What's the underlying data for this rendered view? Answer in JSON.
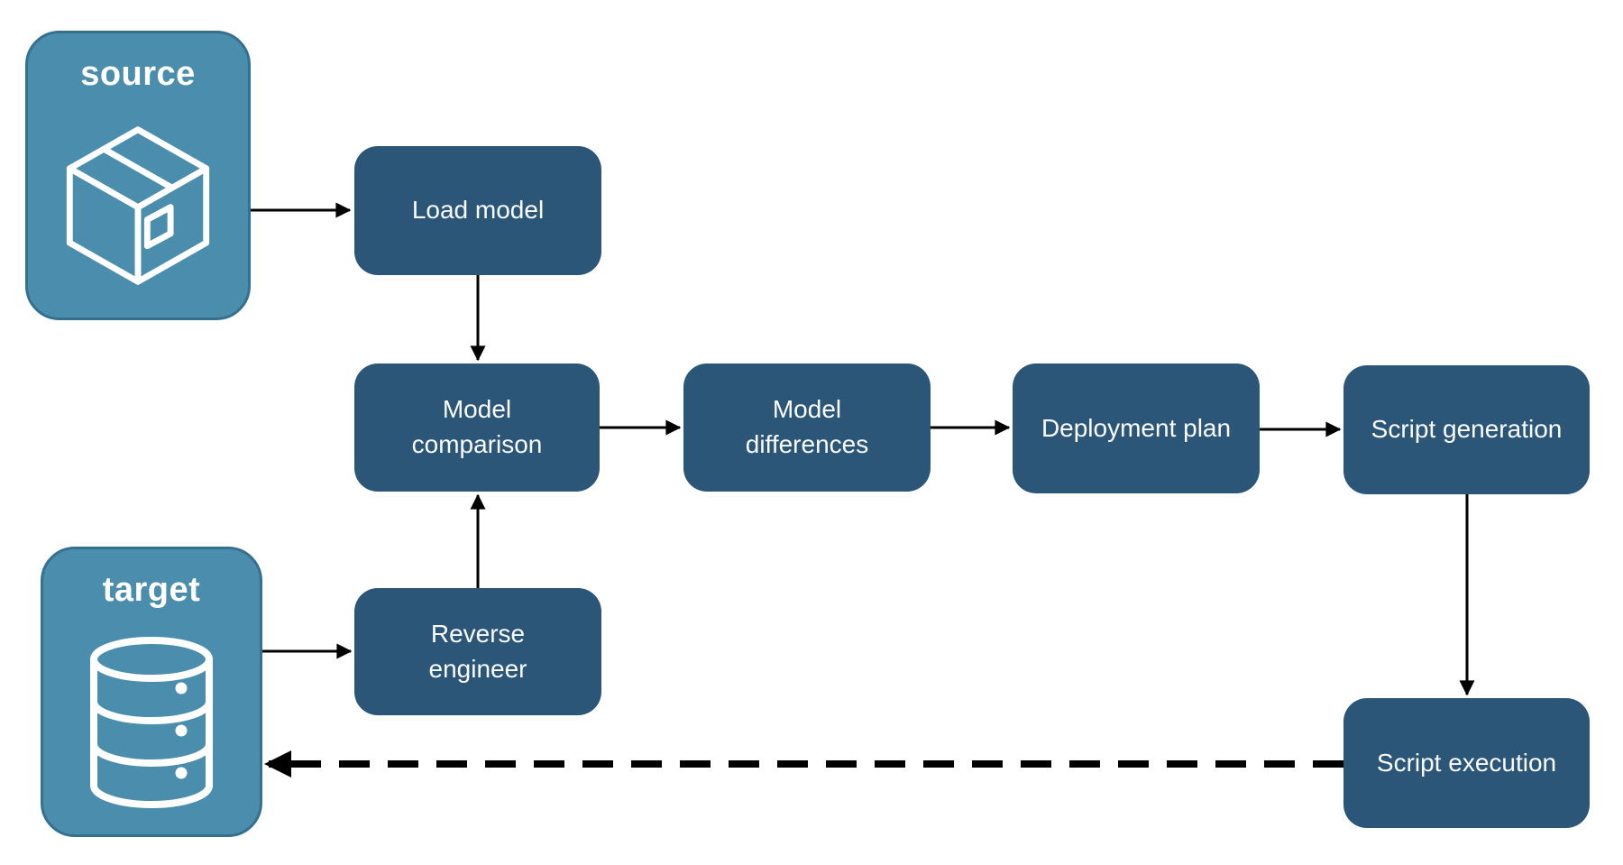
{
  "diagram": {
    "endpoints": {
      "source": {
        "label": "source",
        "icon": "package-icon"
      },
      "target": {
        "label": "target",
        "icon": "database-icon"
      }
    },
    "nodes": [
      {
        "id": "load-model",
        "label": "Load model"
      },
      {
        "id": "model-comparison",
        "label": "Model comparison"
      },
      {
        "id": "model-differences",
        "label": "Model differences"
      },
      {
        "id": "deployment-plan",
        "label": "Deployment plan"
      },
      {
        "id": "script-generation",
        "label": "Script generation"
      },
      {
        "id": "reverse-engineer",
        "label": "Reverse engineer"
      },
      {
        "id": "script-execution",
        "label": "Script execution"
      }
    ],
    "connections": [
      {
        "from": "source",
        "to": "load-model",
        "style": "solid"
      },
      {
        "from": "load-model",
        "to": "model-comparison",
        "style": "solid"
      },
      {
        "from": "target",
        "to": "reverse-engineer",
        "style": "solid"
      },
      {
        "from": "reverse-engineer",
        "to": "model-comparison",
        "style": "solid"
      },
      {
        "from": "model-comparison",
        "to": "model-differences",
        "style": "solid"
      },
      {
        "from": "model-differences",
        "to": "deployment-plan",
        "style": "solid"
      },
      {
        "from": "deployment-plan",
        "to": "script-generation",
        "style": "solid"
      },
      {
        "from": "script-generation",
        "to": "script-execution",
        "style": "solid"
      },
      {
        "from": "script-execution",
        "to": "target",
        "style": "dashed"
      }
    ],
    "colors": {
      "endpoint_fill": "#4a8dac",
      "endpoint_border": "#35708e",
      "node_fill": "#2b5678",
      "text": "#ffffff",
      "connector": "#000000",
      "background": "#ffffff"
    }
  }
}
